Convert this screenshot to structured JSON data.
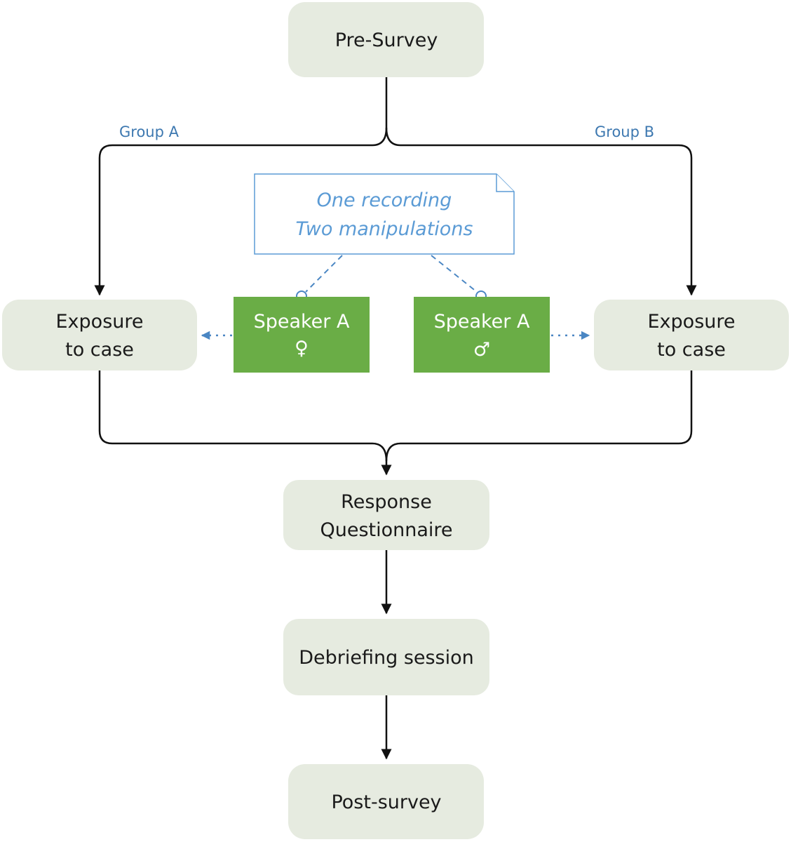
{
  "nodes": {
    "pre_survey": "Pre-Survey",
    "exposure_a": [
      "Exposure",
      "to case"
    ],
    "exposure_b": [
      "Exposure",
      "to case"
    ],
    "response": [
      "Response",
      "Questionnaire"
    ],
    "debriefing": "Debriefing session",
    "post_survey": "Post-survey"
  },
  "groups": {
    "a": "Group A",
    "b": "Group B"
  },
  "note": [
    "One recording",
    "Two manipulations"
  ],
  "speakers": {
    "female": {
      "name": "Speaker A",
      "symbol": "♀"
    },
    "male": {
      "name": "Speaker A",
      "symbol": "♂"
    }
  },
  "colors": {
    "node_fill": "#e6ebe0",
    "speaker_fill": "#6aad46",
    "note_blue": "#5b9bd5",
    "connector_blue": "#4a86c3",
    "group_label": "#3d78b0"
  }
}
